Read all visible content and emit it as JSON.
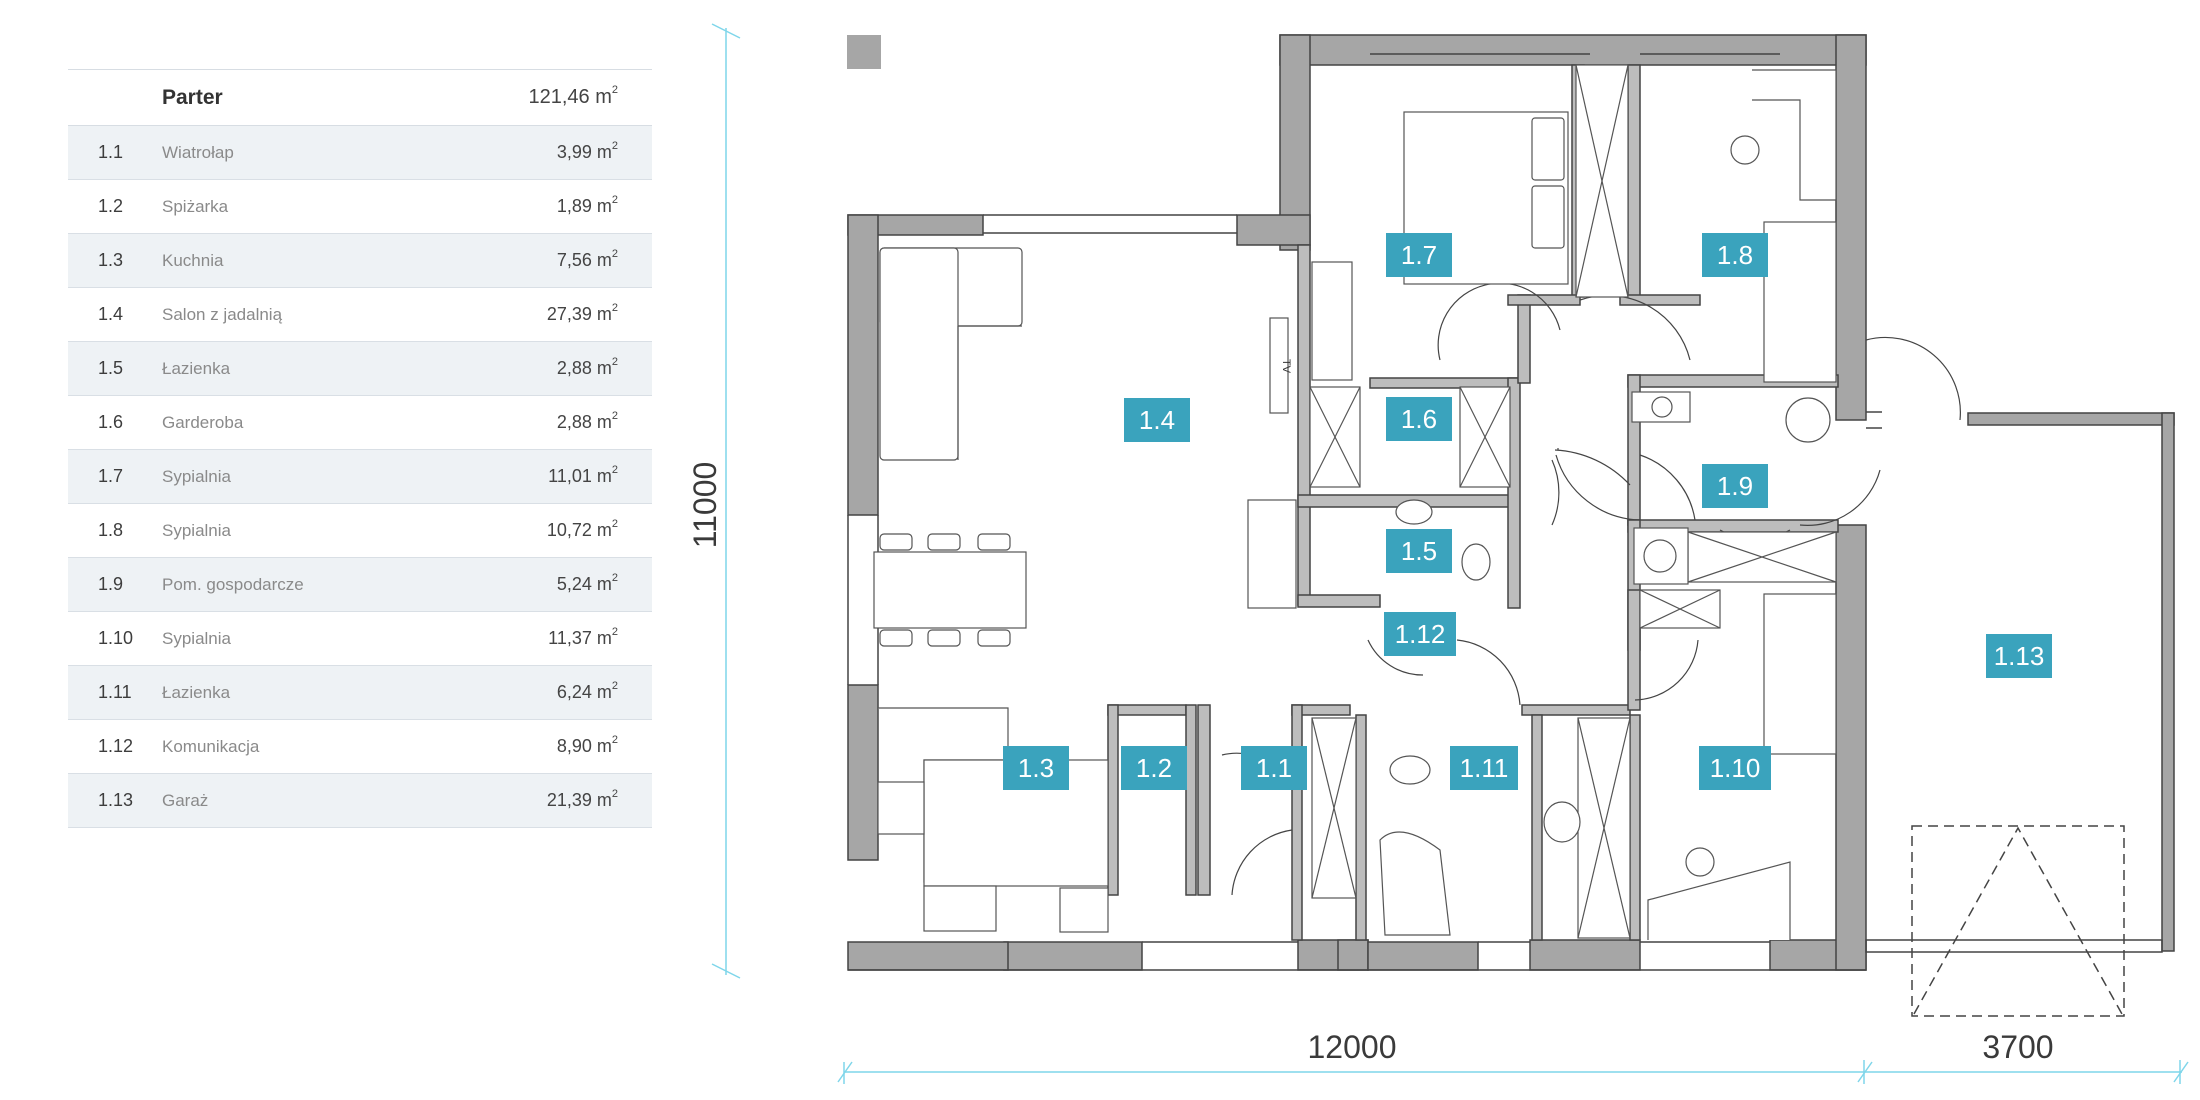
{
  "table": {
    "header": {
      "num": "",
      "name": "Parter",
      "area": "121,46 m",
      "unit_sup": "2"
    },
    "rows": [
      {
        "num": "1.1",
        "name": "Wiatrołap",
        "area": "3,99 m",
        "sup": "2"
      },
      {
        "num": "1.2",
        "name": "Spiżarka",
        "area": "1,89 m",
        "sup": "2"
      },
      {
        "num": "1.3",
        "name": "Kuchnia",
        "area": "7,56 m",
        "sup": "2"
      },
      {
        "num": "1.4",
        "name": "Salon z jadalnią",
        "area": "27,39 m",
        "sup": "2"
      },
      {
        "num": "1.5",
        "name": "Łazienka",
        "area": "2,88 m",
        "sup": "2"
      },
      {
        "num": "1.6",
        "name": "Garderoba",
        "area": "2,88 m",
        "sup": "2"
      },
      {
        "num": "1.7",
        "name": "Sypialnia",
        "area": "11,01 m",
        "sup": "2"
      },
      {
        "num": "1.8",
        "name": "Sypialnia",
        "area": "10,72 m",
        "sup": "2"
      },
      {
        "num": "1.9",
        "name": "Pom. gospodarcze",
        "area": "5,24 m",
        "sup": "2"
      },
      {
        "num": "1.10",
        "name": "Sypialnia",
        "area": "11,37 m",
        "sup": "2"
      },
      {
        "num": "1.11",
        "name": "Łazienka",
        "area": "6,24 m",
        "sup": "2"
      },
      {
        "num": "1.12",
        "name": "Komunikacja",
        "area": "8,90 m",
        "sup": "2"
      },
      {
        "num": "1.13",
        "name": "Garaż",
        "area": "21,39 m",
        "sup": "2"
      }
    ]
  },
  "plan": {
    "dimensions": {
      "height": "11000",
      "width_house": "12000",
      "width_garage": "3700"
    },
    "labels": {
      "r11": "1.1",
      "r12": "1.2",
      "r13": "1.3",
      "r14": "1.4",
      "r15": "1.5",
      "r16": "1.6",
      "r17": "1.7",
      "r18": "1.8",
      "r19": "1.9",
      "r110": "1.10",
      "r111": "1.11",
      "r112": "1.12",
      "r113": "1.13"
    },
    "tv_text": "TV"
  },
  "colors": {
    "wall": "#a6a6a6",
    "label_bg": "#3aa3bd",
    "dimension_line": "#7fd6ea",
    "table_stripe": "#eef2f5"
  }
}
